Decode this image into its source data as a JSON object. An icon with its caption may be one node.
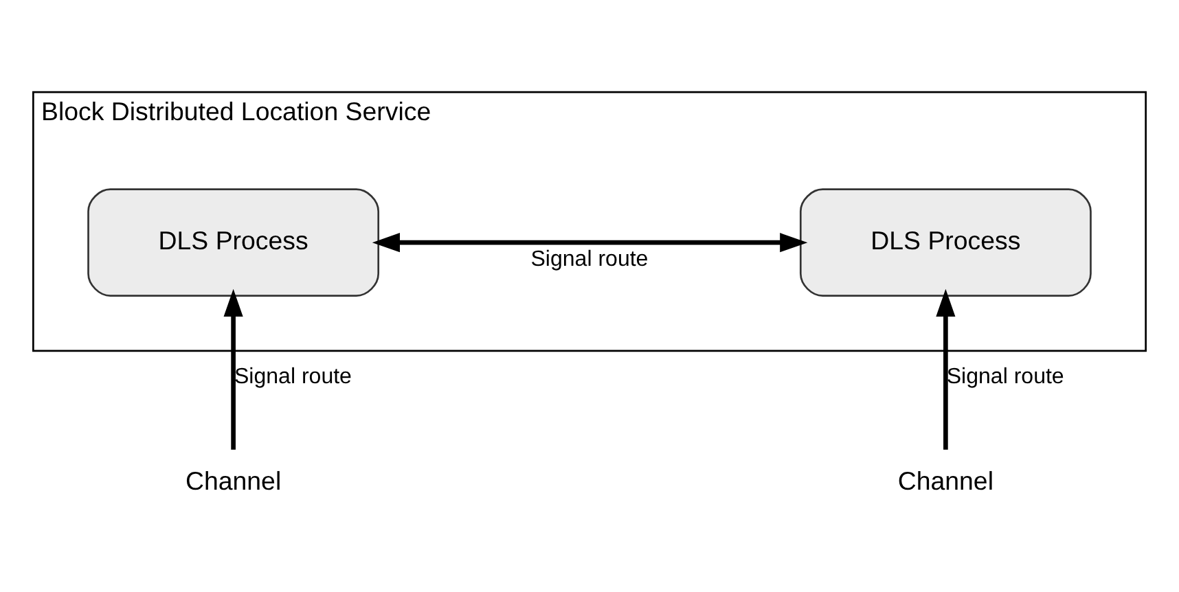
{
  "diagram": {
    "nodes": [
      {
        "text": [
          "Block Distributed Location Service"
        ]
      },
      {
        "text": [
          "DLS Process"
        ],
        "in": 0
      },
      {
        "text": [
          "DLS Process"
        ],
        "in": 0
      },
      {
        "text": [
          "Channel"
        ]
      },
      {
        "text": [
          "Channel"
        ]
      }
    ],
    "edges": [
      {
        "from": 1,
        "to": 2,
        "arrow": "both",
        "label": "Signal route"
      },
      {
        "from": 3,
        "to": 1,
        "arrow": "to",
        "label": "Signal route"
      },
      {
        "from": 4,
        "to": 2,
        "arrow": "to",
        "label": "Signal route"
      }
    ]
  }
}
